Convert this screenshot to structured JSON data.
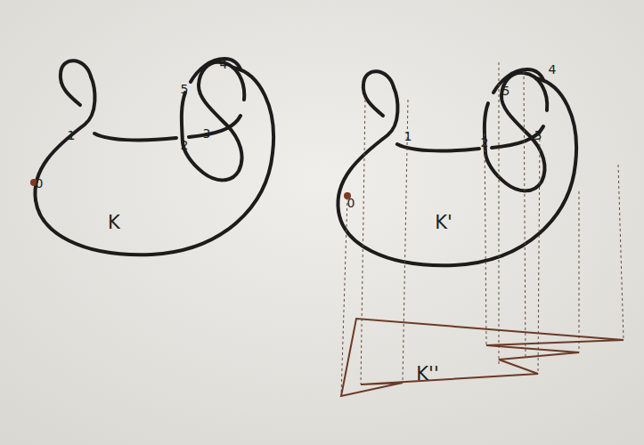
{
  "diagram": {
    "labels": [
      "5",
      "4",
      "1",
      "3",
      "2",
      "0",
      "K",
      "5",
      "4",
      "1",
      "2",
      "3",
      "0",
      "K'",
      "K''"
    ]
  }
}
